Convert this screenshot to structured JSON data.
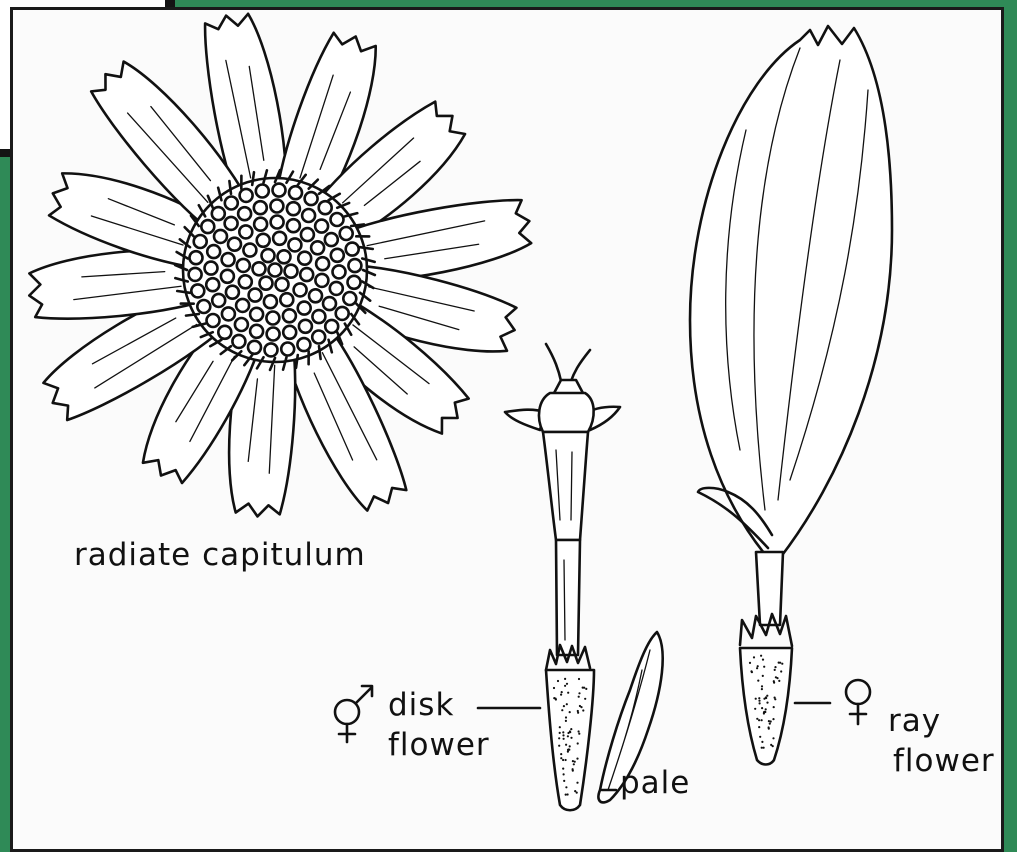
{
  "labels": {
    "capitulum": "radiate capitulum",
    "disk_line1": "disk",
    "disk_line2": "flower",
    "ray_line1": "ray",
    "ray_line2": "flower",
    "pale": "pale"
  },
  "symbols": {
    "disk_flower_sex": "male-female-symbol",
    "ray_flower_sex": "female-symbol"
  },
  "colors": {
    "frame_green": "#2f8a57",
    "panel": "#fbfbfb",
    "ink": "#111111"
  }
}
